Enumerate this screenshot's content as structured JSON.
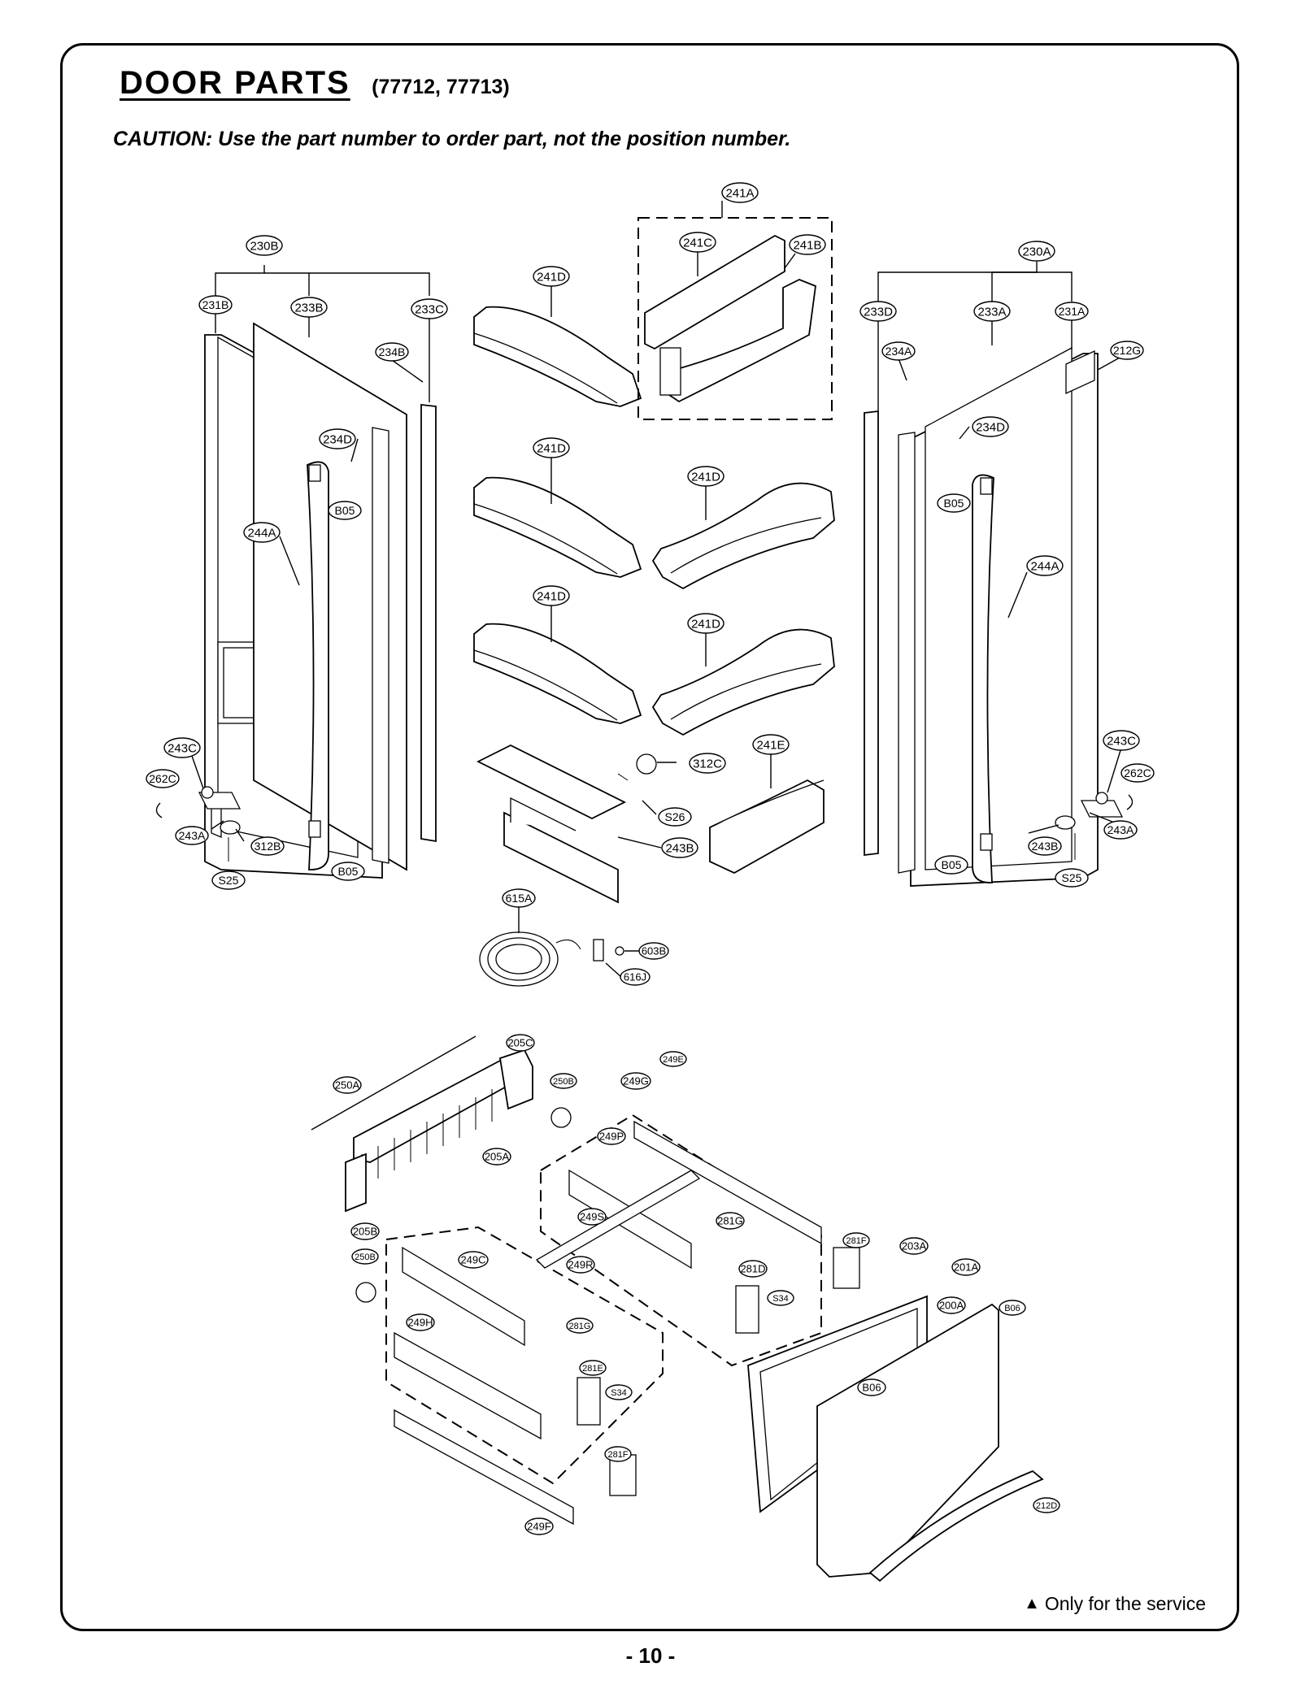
{
  "header": {
    "title": "DOOR PARTS",
    "models": "(77712, 77713)",
    "caution": "CAUTION: Use the part number to order part, not the position number."
  },
  "callouts": {
    "upper": [
      "241A",
      "241C",
      "241B",
      "230B",
      "241D",
      "230A",
      "231B",
      "233B",
      "233C",
      "233D",
      "233A",
      "231A",
      "234B",
      "234A",
      "212G",
      "234D",
      "234D",
      "241D",
      "241D",
      "B05",
      "B05",
      "244A",
      "244A",
      "241D",
      "241D",
      "243C",
      "243C",
      "241E",
      "312C",
      "262C",
      "262C",
      "S26",
      "243A",
      "243A",
      "243B",
      "312B",
      "243B",
      "B05",
      "B05",
      "S25",
      "S25",
      "615A",
      "603B",
      "616J"
    ],
    "lower": [
      "205C",
      "249E",
      "250A",
      "250B",
      "249G",
      "249P",
      "205A",
      "249S",
      "281G",
      "205B",
      "281F",
      "203A",
      "249C",
      "201A",
      "250B",
      "249R",
      "281D",
      "S34",
      "200A",
      "B06",
      "249H",
      "281G",
      "281E",
      "S34",
      "B06",
      "281F",
      "212D",
      "249F"
    ]
  },
  "legend": {
    "symbol": "▲",
    "text": "Only for the service"
  },
  "footer": {
    "page_number": "- 10 -"
  }
}
